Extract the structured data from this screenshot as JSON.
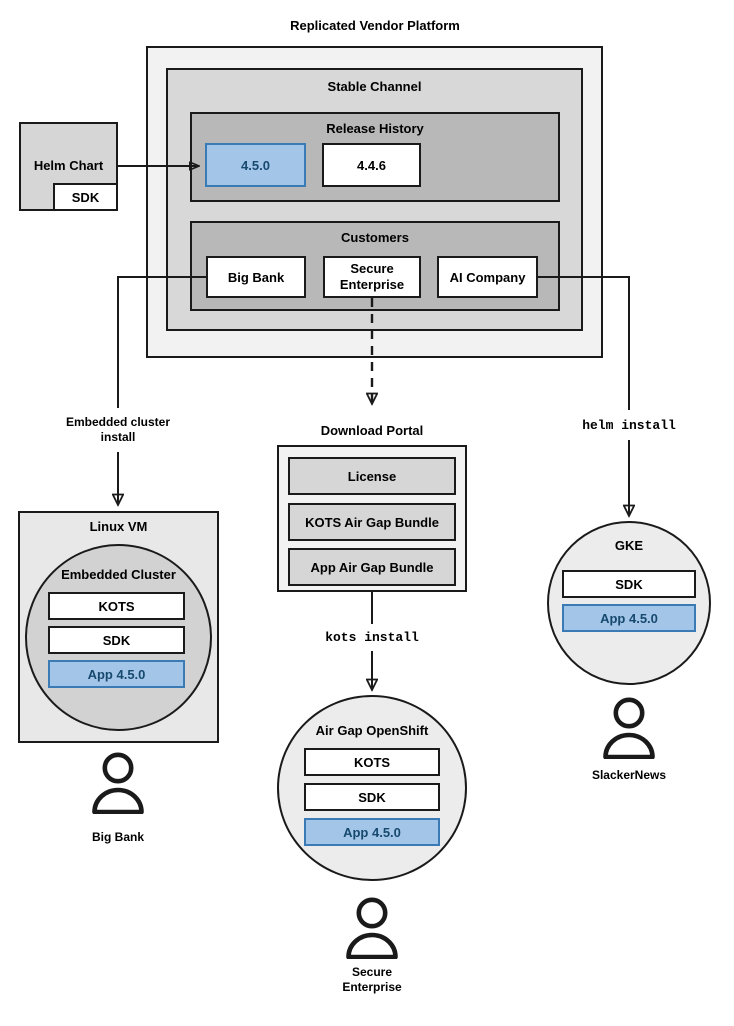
{
  "diagram": {
    "title": "Replicated Vendor Platform",
    "platform": {
      "channel_title": "Stable Channel",
      "release_history": {
        "title": "Release History",
        "releases": [
          {
            "label": "4.5.0",
            "highlighted": true
          },
          {
            "label": "4.4.6",
            "highlighted": false
          }
        ]
      },
      "customers": {
        "title": "Customers",
        "items": [
          {
            "label": "Big Bank"
          },
          {
            "label": "Secure\nEnterprise"
          },
          {
            "label": "AI Company"
          }
        ]
      }
    },
    "helm_chart": {
      "title": "Helm Chart",
      "sdk_label": "SDK"
    },
    "edge_labels": {
      "embedded_install": "Embedded cluster\ninstall",
      "kots_install": "kots install",
      "helm_install": "helm install"
    },
    "download_portal": {
      "title": "Download Portal",
      "artifacts": [
        "License",
        "KOTS Air Gap Bundle",
        "App Air Gap Bundle"
      ]
    },
    "targets": [
      {
        "name": "linux-vm",
        "title": "Linux VM",
        "inner_title": "Embedded Cluster",
        "components": [
          {
            "label": "KOTS",
            "highlighted": false
          },
          {
            "label": "SDK",
            "highlighted": false
          },
          {
            "label": "App 4.5.0",
            "highlighted": true
          }
        ],
        "actor": "Big Bank"
      },
      {
        "name": "air-gap-openshift",
        "title": "Air Gap OpenShift",
        "components": [
          {
            "label": "KOTS",
            "highlighted": false
          },
          {
            "label": "SDK",
            "highlighted": false
          },
          {
            "label": "App 4.5.0",
            "highlighted": true
          }
        ],
        "actor": "Secure\nEnterprise"
      },
      {
        "name": "gke",
        "title": "GKE",
        "components": [
          {
            "label": "SDK",
            "highlighted": false
          },
          {
            "label": "App 4.5.0",
            "highlighted": true
          }
        ],
        "actor": "SlackerNews"
      }
    ],
    "colors": {
      "stroke": "#1a1a1a",
      "highlight_fill": "#a3c6e8",
      "highlight_stroke": "#3a7ab5",
      "highlight_text": "#17496f",
      "platform_fill": "#f2f2f2",
      "channel_fill": "#d8d8d8",
      "section_fill": "#b8b8b8"
    }
  }
}
